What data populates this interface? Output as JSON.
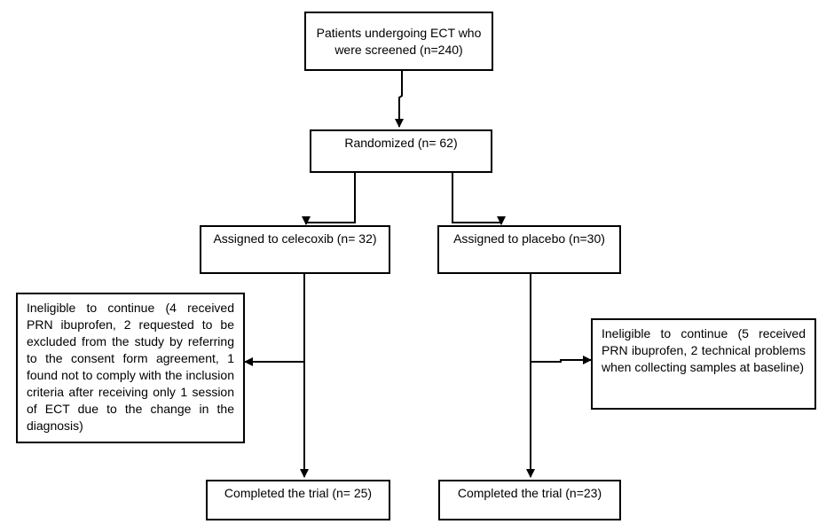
{
  "flowchart": {
    "screened": "Patients undergoing ECT who were screened (n=240)",
    "randomized": "Randomized (n= 62)",
    "celecoxib": "Assigned to celecoxib (n= 32)",
    "placebo": "Assigned to placebo (n=30)",
    "ineligible_celecoxib": "Ineligible to continue (4 received PRN ibuprofen, 2 requested to be excluded from the study by referring to the consent form agreement, 1 found not to comply with the inclusion criteria after receiving only 1 session of ECT due to the change in the diagnosis)",
    "ineligible_placebo": "Ineligible to continue (5 received PRN ibuprofen, 2 technical problems when collecting samples at baseline)",
    "completed_celecoxib": "Completed the trial (n= 25)",
    "completed_placebo": "Completed the trial (n=23)"
  },
  "colors": {
    "line": "#000000",
    "box_border": "#000000",
    "background": "#ffffff"
  }
}
